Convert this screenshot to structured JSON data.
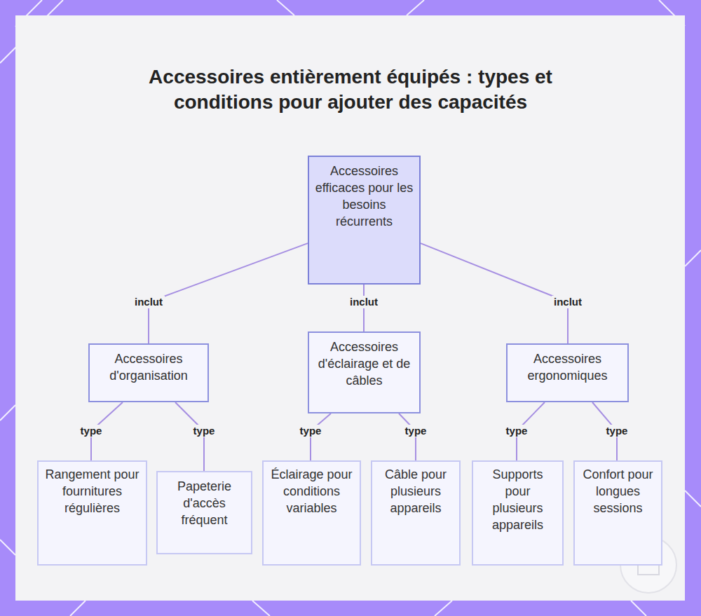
{
  "diagram": {
    "title": "Accessoires entièrement équipés : types et conditions pour ajouter des capacités",
    "nodes": [
      {
        "text": [
          "Accessoires efficaces pour les besoins récurrents"
        ]
      },
      {
        "text": [
          "Accessoires d'organisation"
        ]
      },
      {
        "text": [
          "Accessoires d'éclairage et de câbles"
        ]
      },
      {
        "text": [
          "Accessoires ergonomiques"
        ]
      },
      {
        "text": [
          "Rangement pour fournitures régulières"
        ]
      },
      {
        "text": [
          "Papeterie d'accès fréquent"
        ]
      },
      {
        "text": [
          "Éclairage pour conditions variables"
        ]
      },
      {
        "text": [
          "Câble pour plusieurs appareils"
        ]
      },
      {
        "text": [
          "Supports pour plusieurs appareils"
        ]
      },
      {
        "text": [
          "Confort pour longues sessions"
        ]
      }
    ],
    "edges": [
      {
        "from": 0,
        "to": 1,
        "label": "inclut",
        "arrow": "none"
      },
      {
        "from": 0,
        "to": 2,
        "label": "inclut",
        "arrow": "none"
      },
      {
        "from": 0,
        "to": 3,
        "label": "inclut",
        "arrow": "none"
      },
      {
        "from": 1,
        "to": 4,
        "label": "type",
        "arrow": "none"
      },
      {
        "from": 1,
        "to": 5,
        "label": "type",
        "arrow": "none"
      },
      {
        "from": 2,
        "to": 6,
        "label": "type",
        "arrow": "none"
      },
      {
        "from": 2,
        "to": 7,
        "label": "type",
        "arrow": "none"
      },
      {
        "from": 3,
        "to": 8,
        "label": "type",
        "arrow": "none"
      },
      {
        "from": 3,
        "to": 9,
        "label": "type",
        "arrow": "none"
      }
    ]
  }
}
